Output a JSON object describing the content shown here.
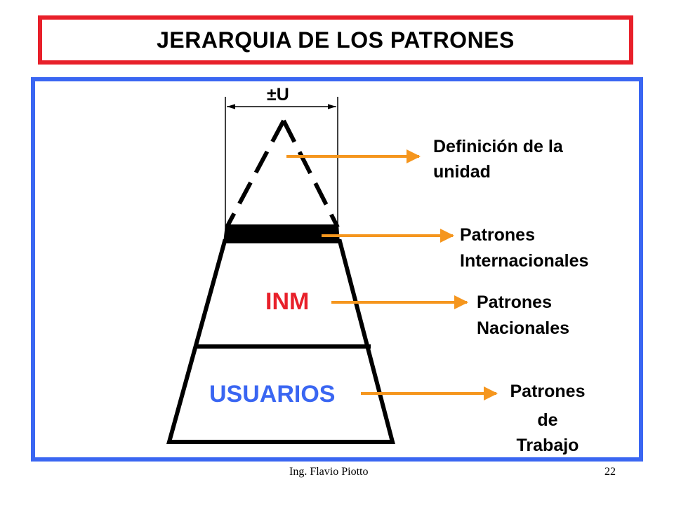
{
  "title": "JERARQUIA DE LOS PATRONES",
  "uncertainty_label": "±U",
  "levels": [
    {
      "name": "",
      "label_lines": [
        "Definición de la",
        "unidad"
      ]
    },
    {
      "name": "",
      "label_lines": [
        "Patrones",
        "Internacionales"
      ]
    },
    {
      "name": "INM",
      "label_lines": [
        "Patrones",
        "Nacionales"
      ]
    },
    {
      "name": "USUARIOS",
      "label_lines": [
        "Patrones",
        "de",
        "Trabajo"
      ]
    }
  ],
  "colors": {
    "title_border": "#e8202a",
    "frame_border": "#3a66f2",
    "arrow": "#f5961e",
    "inm_text": "#e8202a",
    "usuarios_text": "#3a66f2",
    "pyramid": "#000000"
  },
  "footer": {
    "author": "Ing.  Flavio Piotto",
    "page": "22"
  }
}
